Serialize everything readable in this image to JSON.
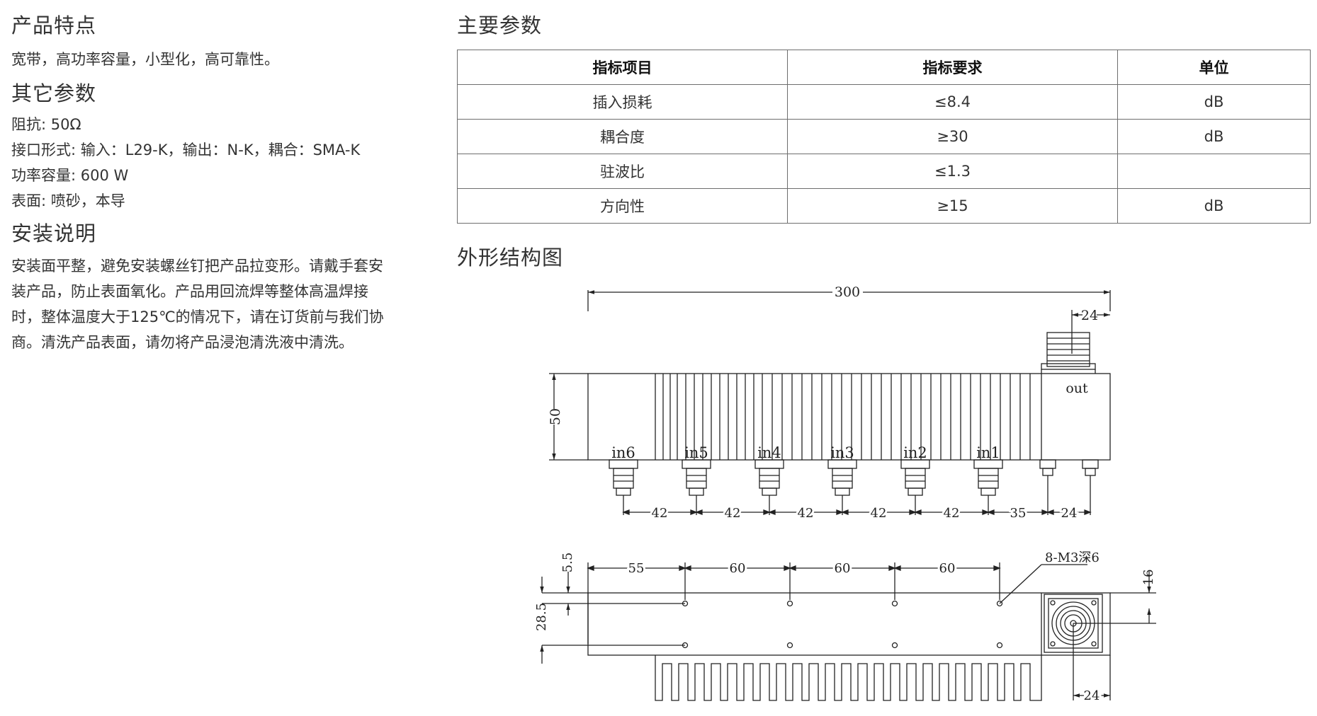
{
  "left": {
    "features": {
      "heading": "产品特点",
      "text": "宽带，高功率容量，小型化，高可靠性。"
    },
    "other_params": {
      "heading": "其它参数",
      "lines": [
        "阻抗: 50Ω",
        "接口形式: 输入：L29-K，输出：N-K，耦合：SMA-K",
        "功率容量: 600 W",
        "表面: 喷砂，本导"
      ]
    },
    "install": {
      "heading": "安装说明",
      "lines": [
        "安装面平整，避免安装螺丝钉把产品拉变形。请戴手套安",
        "装产品，防止表面氧化。产品用回流焊等整体高温焊接",
        "时，整体温度大于125℃的情况下，请在订货前与我们协",
        "商。清洗产品表面，请勿将产品浸泡清洗液中清洗。"
      ]
    }
  },
  "right": {
    "main_params": {
      "heading": "主要参数",
      "columns": [
        "指标项目",
        "指标要求",
        "单位"
      ],
      "rows": [
        [
          "插入损耗",
          "≤8.4",
          "dB"
        ],
        [
          "耦合度",
          "≥30",
          "dB"
        ],
        [
          "驻波比",
          "≤1.3",
          ""
        ],
        [
          "方向性",
          "≥15",
          "dB"
        ]
      ]
    },
    "outline": {
      "heading": "外形结构图",
      "front": {
        "total_length": "300",
        "height": "50",
        "out_offset": "24",
        "out_label": "out",
        "port_labels": [
          "in6",
          "in5",
          "in4",
          "in3",
          "in2",
          "in1"
        ],
        "bottom_dims": [
          "42",
          "42",
          "42",
          "42",
          "42",
          "35",
          "24"
        ]
      },
      "top": {
        "dims_top": [
          "55",
          "60",
          "60",
          "60"
        ],
        "hole_note": "8-M3深6",
        "dim_5_5": "5.5",
        "dim_28_5": "28.5",
        "dim_16": "16",
        "dim_24": "24"
      }
    }
  }
}
